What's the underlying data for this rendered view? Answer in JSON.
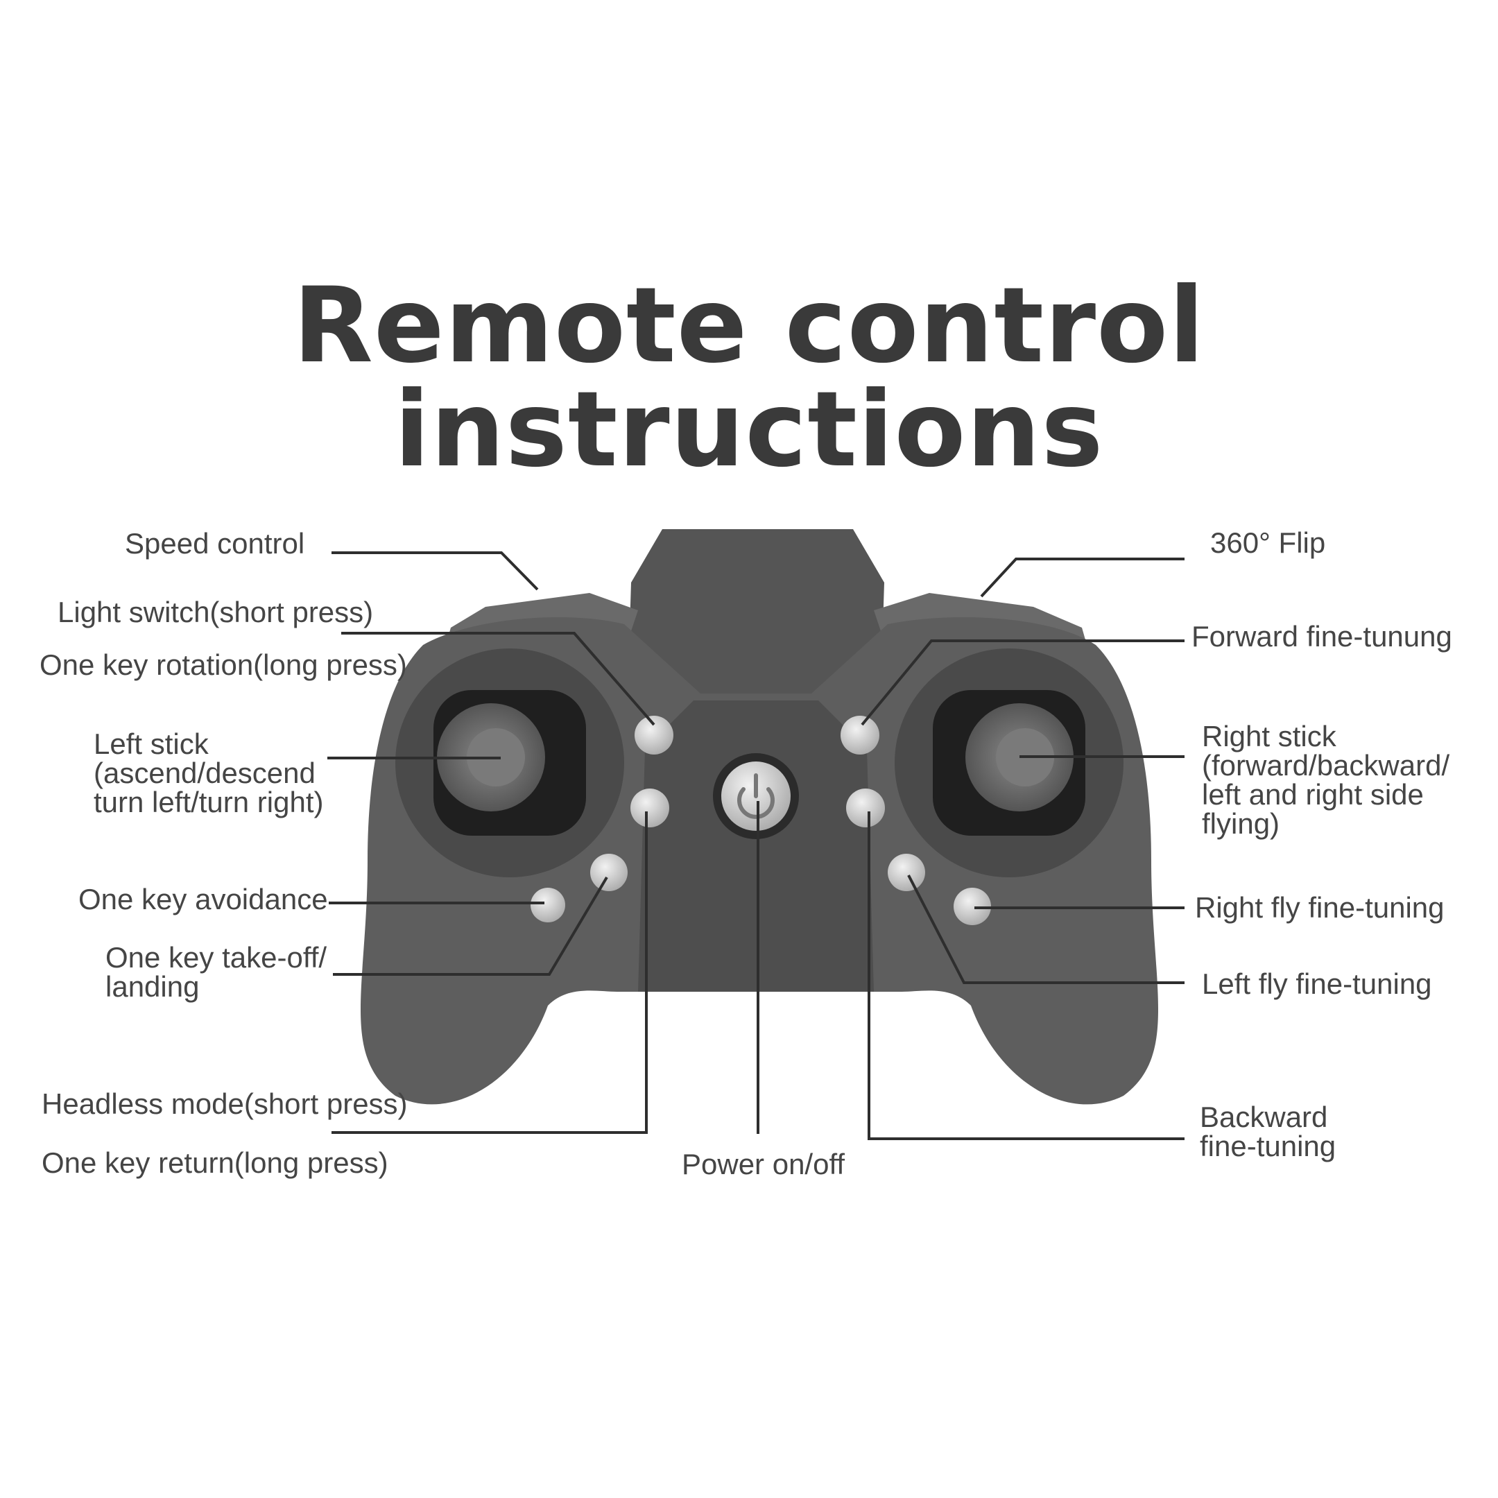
{
  "title": "Remote control instructions",
  "labels": {
    "speed_control": "Speed control",
    "flip_360": "360° Flip",
    "light_switch": "Light switch(short press)",
    "one_key_rotation": "One key rotation(long press)",
    "forward_fine_tuning": "Forward fine-tunung",
    "left_stick": "Left stick\n(ascend/descend\nturn left/turn right)",
    "right_stick": "Right stick\n(forward/backward/\nleft and right side\nflying)",
    "one_key_avoidance": "One key avoidance",
    "right_fly_fine_tuning": "Right fly fine-tuning",
    "one_key_takeoff_landing": "One key take-off/\nlanding",
    "left_fly_fine_tuning": "Left fly fine-tuning",
    "headless_mode": "Headless mode(short press)",
    "one_key_return": "One key return(long press)",
    "power_on_off": "Power on/off",
    "backward_fine_tuning": "Backward\nfine-tuning"
  },
  "colors": {
    "body": "#5c5c5c",
    "body_dark": "#3d3d3d",
    "button": "#d6d6d6",
    "leader_line": "#2e2e2e",
    "text": "#454545"
  },
  "icons": [
    "power-icon"
  ]
}
